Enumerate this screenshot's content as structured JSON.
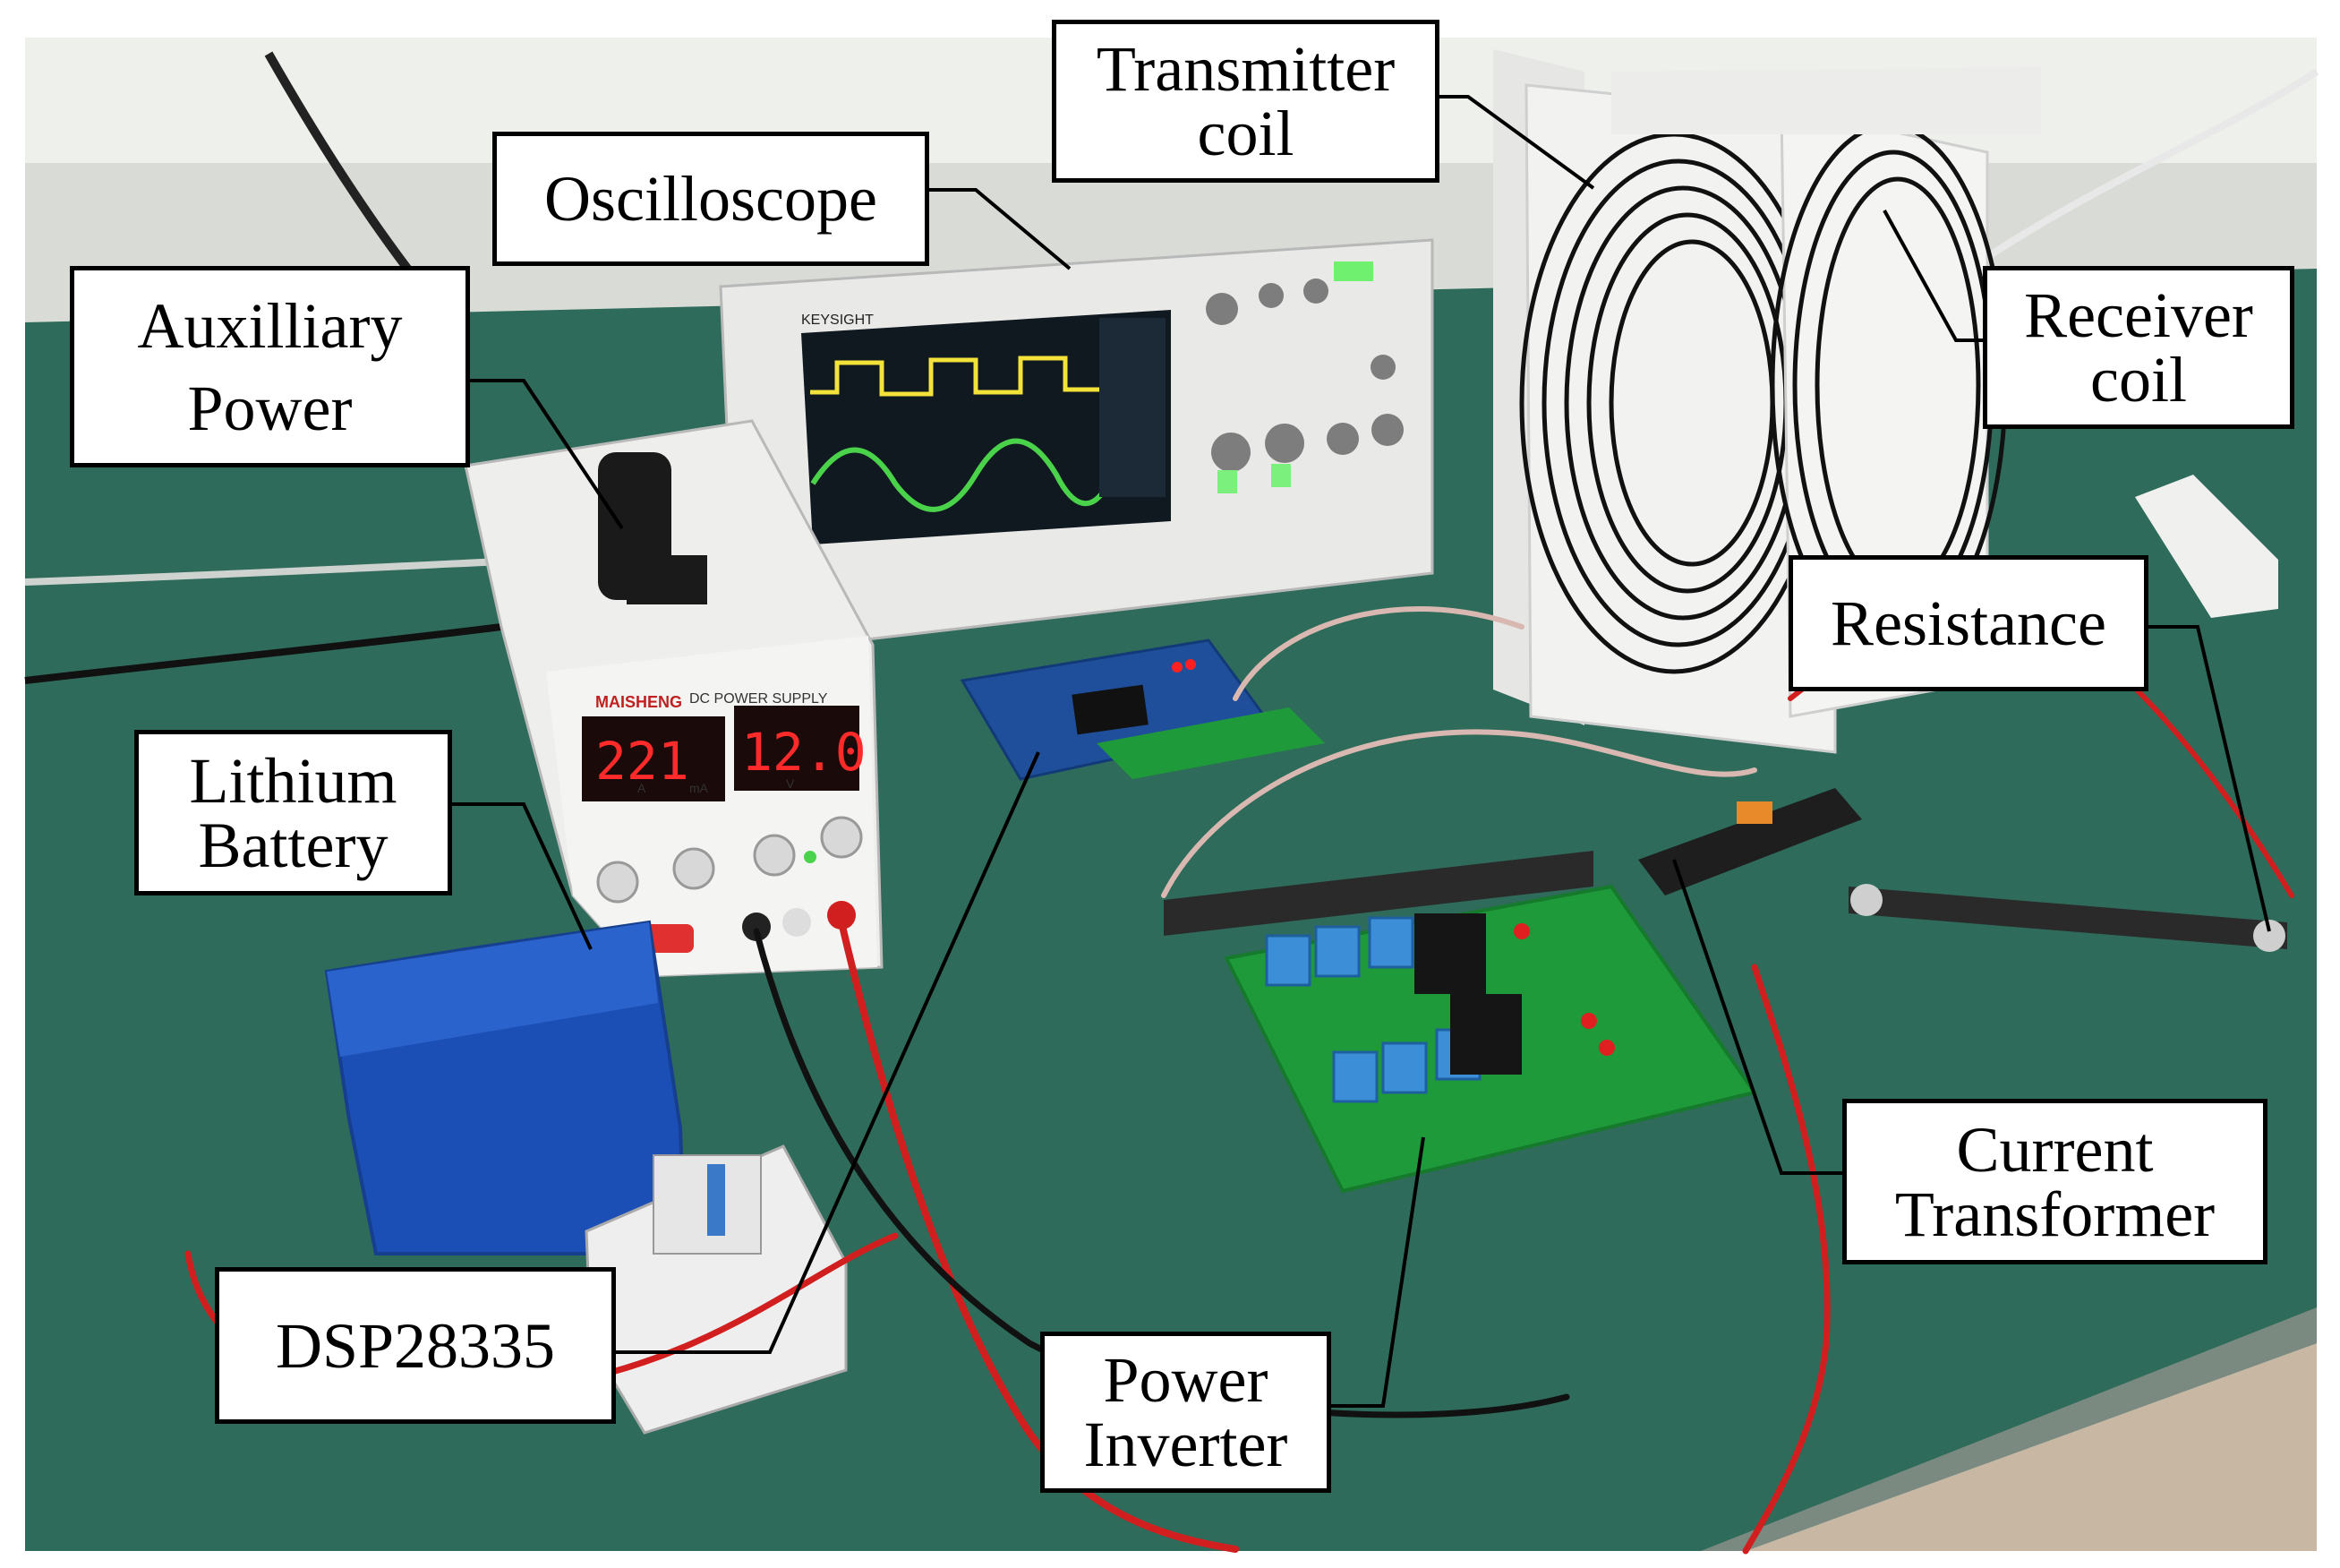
{
  "photo": {
    "oscilloscope_brand": "KEYSIGHT",
    "power_supply_brand": "MAISHENG",
    "power_supply_title": "DC POWER SUPPLY",
    "current_display": "221",
    "current_unit": "mA",
    "voltage_display": "12.0",
    "voltage_unit": "V",
    "amp_unit": "A",
    "colors": {
      "table_green": "#2f6b5a",
      "wall": "#d9dcd6",
      "floor": "#c7b7a3",
      "scope_body": "#e9e9e7",
      "scope_screen": "#101820",
      "trace_yellow": "#f2e23a",
      "trace_green": "#4ad34a",
      "battery_blue": "#1c4fb5",
      "pcb_green": "#1f9a3a",
      "dsp_blue": "#1f4f9a",
      "lcd_red": "#ff2a2a",
      "coil_panel": "#f2f2f0",
      "wire_red": "#d11f1f"
    }
  },
  "labels": {
    "transmitter_coil": [
      "Transmitter",
      "coil"
    ],
    "oscilloscope": [
      "Oscilloscope"
    ],
    "auxiliary_power": [
      "Auxilliary",
      "Power"
    ],
    "receiver_coil": [
      "Receiver",
      "coil"
    ],
    "resistance": [
      "Resistance"
    ],
    "lithium_battery": [
      "Lithium",
      "Battery"
    ],
    "current_transformer": [
      "Current",
      "Transformer"
    ],
    "dsp": [
      "DSP28335"
    ],
    "power_inverter": [
      "Power",
      "Inverter"
    ]
  }
}
